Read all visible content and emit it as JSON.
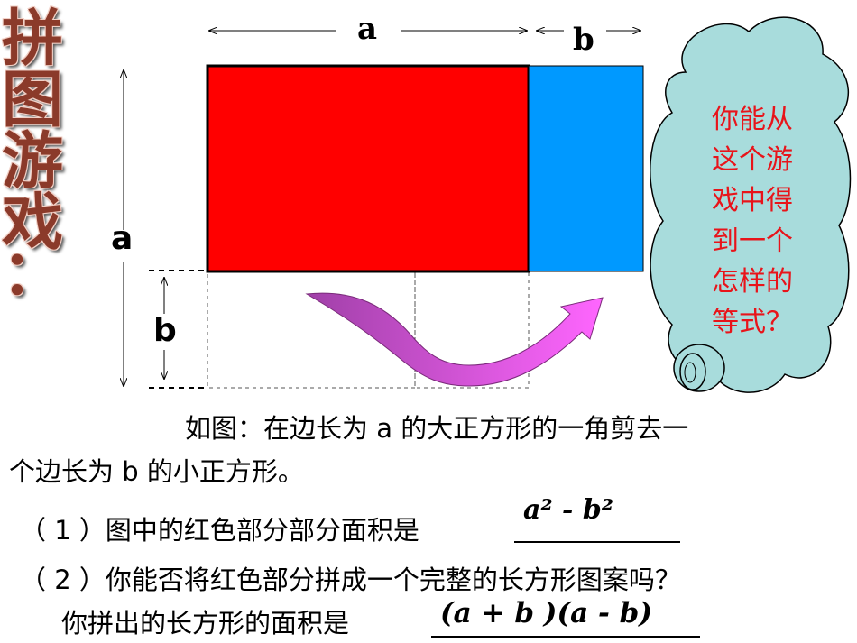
{
  "title": {
    "chars": [
      "拼",
      "图",
      "游",
      "戏",
      "："
    ]
  },
  "labels": {
    "top_a": "a",
    "top_b": "b",
    "side_a": "a",
    "side_b": "b"
  },
  "cloud": {
    "lines": [
      "你能从",
      "这个游",
      "戏中得",
      "到一个",
      "怎样的",
      "等式？"
    ]
  },
  "text": {
    "intro_line1": "如图：在边长为 a 的大正方形的一角剪去一",
    "intro_line2": "个边长为 b 的小正方形。",
    "q1": "（ 1 ）图中的红色部分部分面积是",
    "q1_answer": "a² - b²",
    "q2": "（ 2 ）你能否将红色部分拼成一个完整的长方形图案吗？",
    "q2_sub": "你拼出的长方形的面积是",
    "q2_answer": "(a + b )(a - b)"
  },
  "colors": {
    "red_rect": "#ff0000",
    "blue_rect": "#0099ff",
    "arrow_dark": "#a040a8",
    "arrow_light": "#ff66ff",
    "cloud_fill": "#a8dcdc",
    "cloud_text": "#e8141a",
    "title": "#8b3a2a"
  }
}
